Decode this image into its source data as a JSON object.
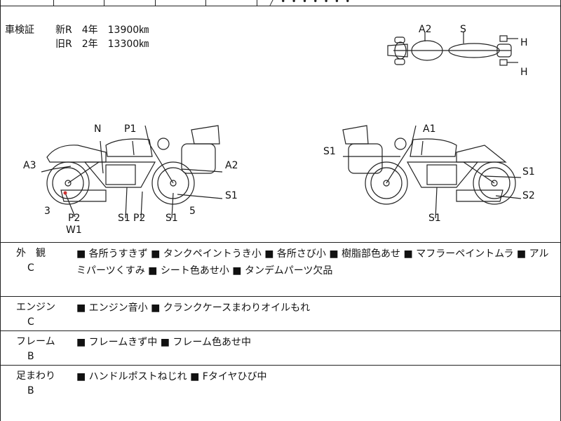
{
  "shaken": {
    "label": "車検証",
    "new_line": "新R　4年　13900㎞",
    "old_line": "旧R　2年　13300㎞"
  },
  "top_view_labels": [
    "A2",
    "S",
    "H",
    "H"
  ],
  "left_view_labels": [
    "N",
    "P1",
    "A3",
    "A2",
    "S1",
    "3",
    "P2",
    "W1",
    "S1",
    "P2",
    "S1",
    "5"
  ],
  "right_view_labels": [
    "A1",
    "S1",
    "S1",
    "S2",
    "S1"
  ],
  "sections": [
    {
      "name": "外　観",
      "grade": "C",
      "text": "■ 各所うすきず ■ タンクペイントうき小 ■ 各所さび小 ■ 樹脂部色あせ ■ マフラーペイントムラ ■ アルミパーツくすみ ■ シート色あせ小 ■ タンデムパーツ欠品"
    },
    {
      "name": "エンジン",
      "grade": "C",
      "text": "■ エンジン音小 ■ クランクケースまわりオイルもれ"
    },
    {
      "name": "フレーム",
      "grade": "B",
      "text": "■ フレームきず中 ■ フレーム色あせ中"
    },
    {
      "name": "足まわり",
      "grade": "B",
      "text": "■ ハンドルポストねじれ ■ Fタイヤひび中"
    }
  ]
}
